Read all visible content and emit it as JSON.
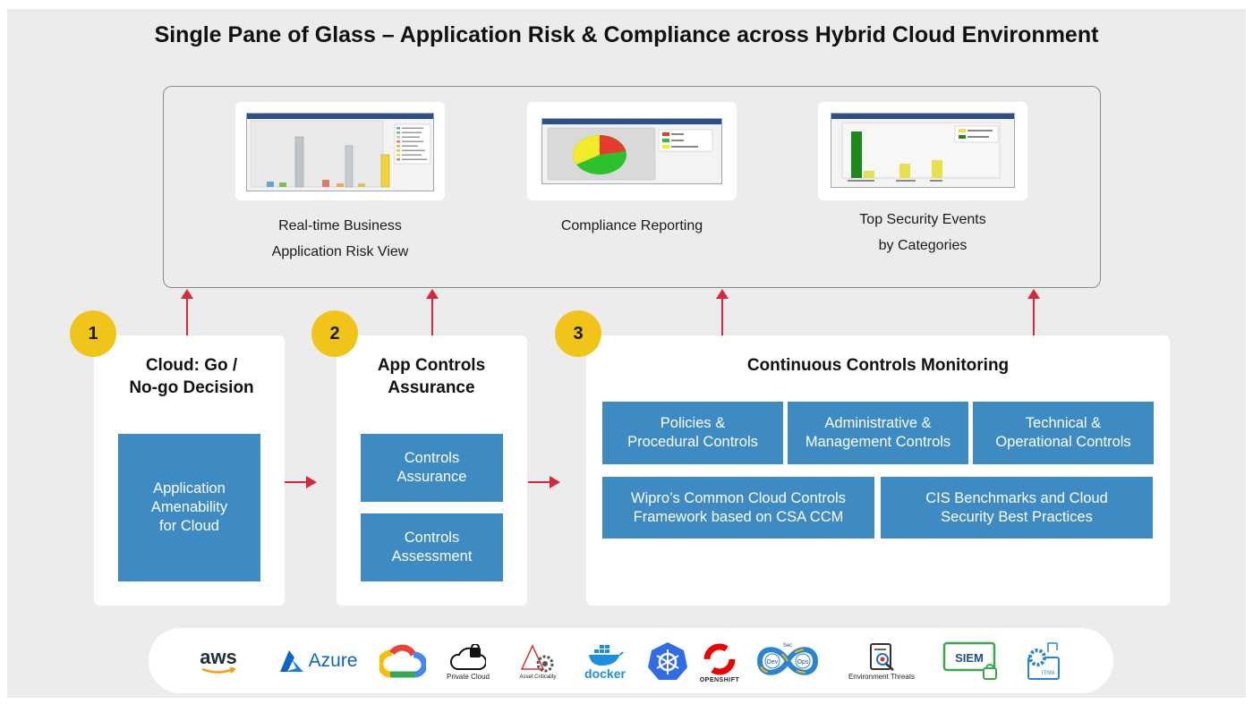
{
  "title": "Single Pane of Glass – Application Risk & Compliance across Hybrid Cloud Environment",
  "dashboards": [
    {
      "label_line1": "Real-time Business",
      "label_line2": "Application Risk View"
    },
    {
      "label_line1": "Compliance Reporting",
      "label_line2": ""
    },
    {
      "label_line1": "Top Security Events",
      "label_line2": "by Categories"
    }
  ],
  "steps": [
    {
      "number": "1",
      "title_line1": "Cloud: Go /",
      "title_line2": "No-go Decision",
      "boxes": [
        {
          "line1": "Application",
          "line2": "Amenability",
          "line3": "for Cloud"
        }
      ]
    },
    {
      "number": "2",
      "title_line1": "App Controls",
      "title_line2": "Assurance",
      "boxes": [
        {
          "line1": "Controls",
          "line2": "Assurance"
        },
        {
          "line1": "Controls",
          "line2": "Assessment"
        }
      ]
    },
    {
      "number": "3",
      "title_line1": "Continuous Controls Monitoring",
      "boxes": [
        {
          "line1": "Policies &",
          "line2": "Procedural Controls"
        },
        {
          "line1": "Administrative &",
          "line2": "Management Controls"
        },
        {
          "line1": "Technical &",
          "line2": "Operational Controls"
        },
        {
          "line1": "Wipro’s Common Cloud Controls",
          "line2": "Framework based on CSA CCM"
        },
        {
          "line1": "CIS Benchmarks and Cloud",
          "line2": "Security Best Practices"
        }
      ]
    }
  ],
  "logos": {
    "aws": "aws",
    "azure": "Azure",
    "private_cloud": "Private Cloud",
    "asset_criticality": "Asset Criticality",
    "docker": "docker",
    "openshift": "OPENSHIFT",
    "devsecops_dev": "Dev",
    "devsecops_ops": "Ops",
    "devsecops_sec": "Sec",
    "environment_threats": "Environment Threats",
    "siem": "SIEM",
    "itsm": "ITSM"
  },
  "colors": {
    "accent_blue": "#3e8bc3",
    "badge_yellow": "#f0c419",
    "arrow_red": "#d8263b",
    "background": "#ececec"
  }
}
